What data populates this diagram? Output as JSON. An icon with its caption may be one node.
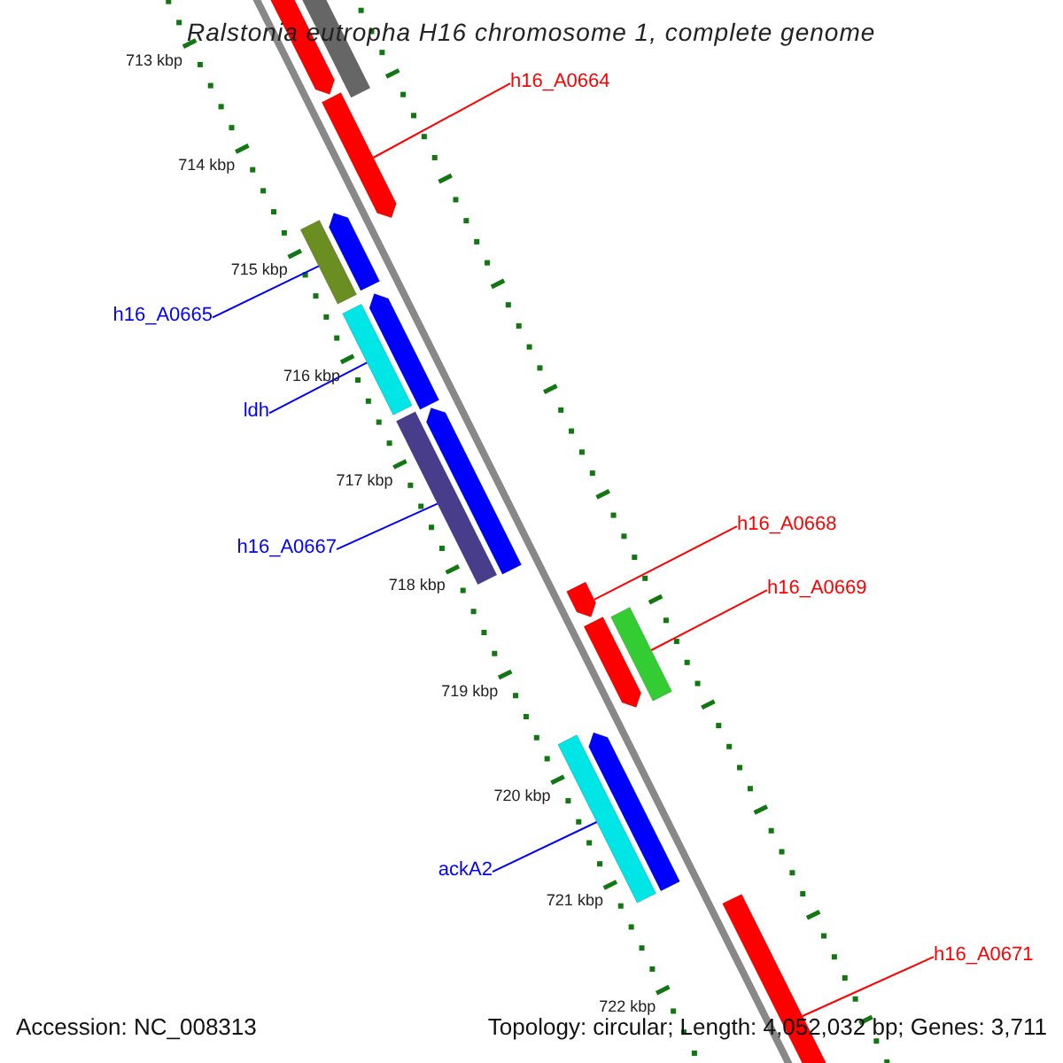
{
  "diagram": {
    "title": "Ralstonia eutropha H16 chromosome 1, complete genome",
    "nodes": [
      {
        "text": [
          "h16_A0664"
        ]
      },
      {
        "text": [
          "h16_A0665"
        ]
      },
      {
        "text": [
          "ldh"
        ]
      },
      {
        "text": [
          "h16_A0668"
        ]
      },
      {
        "text": [
          "h16_A0667"
        ]
      },
      {
        "text": [
          "h16_A0669"
        ]
      },
      {
        "text": [
          "ackA2"
        ]
      },
      {
        "text": [
          "h16_A0671"
        ]
      },
      {
        "text": [],
        "shape": "arrow"
      },
      {
        "text": [],
        "shape": "bar"
      },
      {
        "text": [],
        "shape": "arrow"
      },
      {
        "text": [],
        "shape": "bar"
      },
      {
        "text": [],
        "shape": "arrow"
      },
      {
        "text": [],
        "shape": "bar"
      },
      {
        "text": [],
        "shape": "arrow"
      },
      {
        "text": [],
        "shape": "bar"
      },
      {
        "text": [],
        "shape": "arrow"
      },
      {
        "text": [],
        "shape": "arrow"
      },
      {
        "text": [],
        "shape": "arrow"
      },
      {
        "text": [],
        "shape": "bar"
      },
      {
        "text": [],
        "shape": "bar"
      },
      {
        "text": [],
        "shape": "arrow"
      },
      {
        "text": [],
        "shape": "bar"
      }
    ],
    "edges": [
      {
        "from": 0,
        "to": 10,
        "arrow": "none"
      },
      {
        "from": 1,
        "to": 11,
        "arrow": "none",
        "color": "#0000ff"
      },
      {
        "from": 2,
        "to": 13,
        "arrow": "none",
        "color": "#0000ff"
      },
      {
        "from": 3,
        "to": 17,
        "arrow": "none"
      },
      {
        "from": 4,
        "to": 15,
        "arrow": "none",
        "color": "#0000ff"
      },
      {
        "from": 5,
        "to": 19,
        "arrow": "none"
      },
      {
        "from": 6,
        "to": 20,
        "arrow": "none",
        "color": "#0000ff"
      },
      {
        "from": 7,
        "to": 22,
        "arrow": "none"
      }
    ],
    "labels": [
      "713 kbp",
      "714 kbp",
      "715 kbp",
      "716 kbp",
      "717 kbp",
      "718 kbp",
      "719 kbp",
      "720 kbp",
      "721 kbp",
      "722 kbp",
      "Accession: NC_008313",
      "Topology: circular; Length: 4,052,032 bp; Genes: 3,711"
    ]
  }
}
